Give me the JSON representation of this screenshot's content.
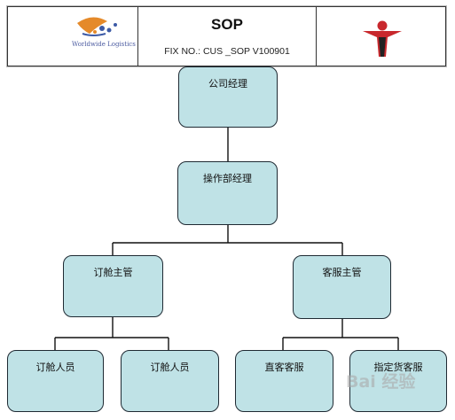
{
  "header": {
    "logo_text": "Worldwide Logistics",
    "title": "SOP",
    "fix_no": "FIX NO.: CUS _SOP V100901"
  },
  "org_chart": {
    "nodes": [
      {
        "id": "company-manager",
        "label": "公司经理"
      },
      {
        "id": "operations-manager",
        "label": "操作部经理"
      },
      {
        "id": "booking-supervisor",
        "label": "订舱主管"
      },
      {
        "id": "customer-service-supervisor",
        "label": "客服主管"
      },
      {
        "id": "booking-staff-1",
        "label": "订舱人员"
      },
      {
        "id": "booking-staff-2",
        "label": "订舱人员"
      },
      {
        "id": "direct-customer-service",
        "label": "直客客服"
      },
      {
        "id": "nominated-cargo-service",
        "label": "指定货客服"
      }
    ]
  },
  "watermark": "Bai 经验",
  "colors": {
    "node_fill": "#bfe2e6",
    "node_border": "#1f2a33"
  }
}
